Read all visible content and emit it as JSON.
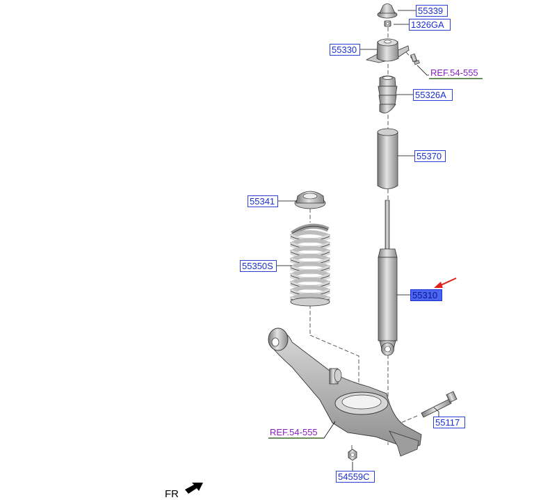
{
  "labels": {
    "p55339": "55339",
    "p1326ga": "1326GA",
    "p55330": "55330",
    "p55326a": "55326A",
    "p55370": "55370",
    "p55341": "55341",
    "p55350s": "55350S",
    "p55310": "55310",
    "p55117": "55117",
    "p54559c": "54559C"
  },
  "refs": {
    "top": "REF.54-555",
    "bottom": "REF.54-555"
  },
  "direction": "FR",
  "colors": {
    "label_text": "#1a2fd0",
    "label_border": "#2a3fd6",
    "selected_fill": "#4a66ee",
    "ref_text": "#8a1fc0",
    "pointer_arrow": "#e0201a"
  }
}
